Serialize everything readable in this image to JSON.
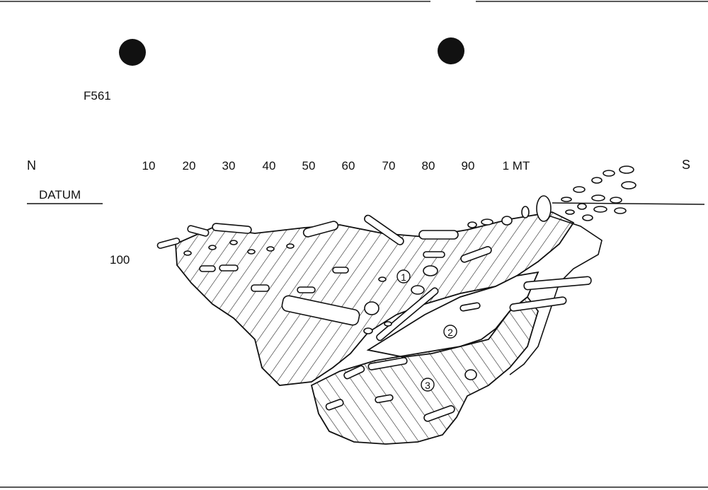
{
  "feature_id": "F561",
  "compass": {
    "north": "N",
    "south": "S"
  },
  "datum_label": "DATUM",
  "depth_label": "100",
  "scale_ticks": [
    "10",
    "20",
    "30",
    "40",
    "50",
    "60",
    "70",
    "80",
    "90",
    "1 MT"
  ],
  "layers": [
    "1",
    "2",
    "3"
  ],
  "colors": {
    "ink": "#111111",
    "paper": "#ffffff"
  }
}
